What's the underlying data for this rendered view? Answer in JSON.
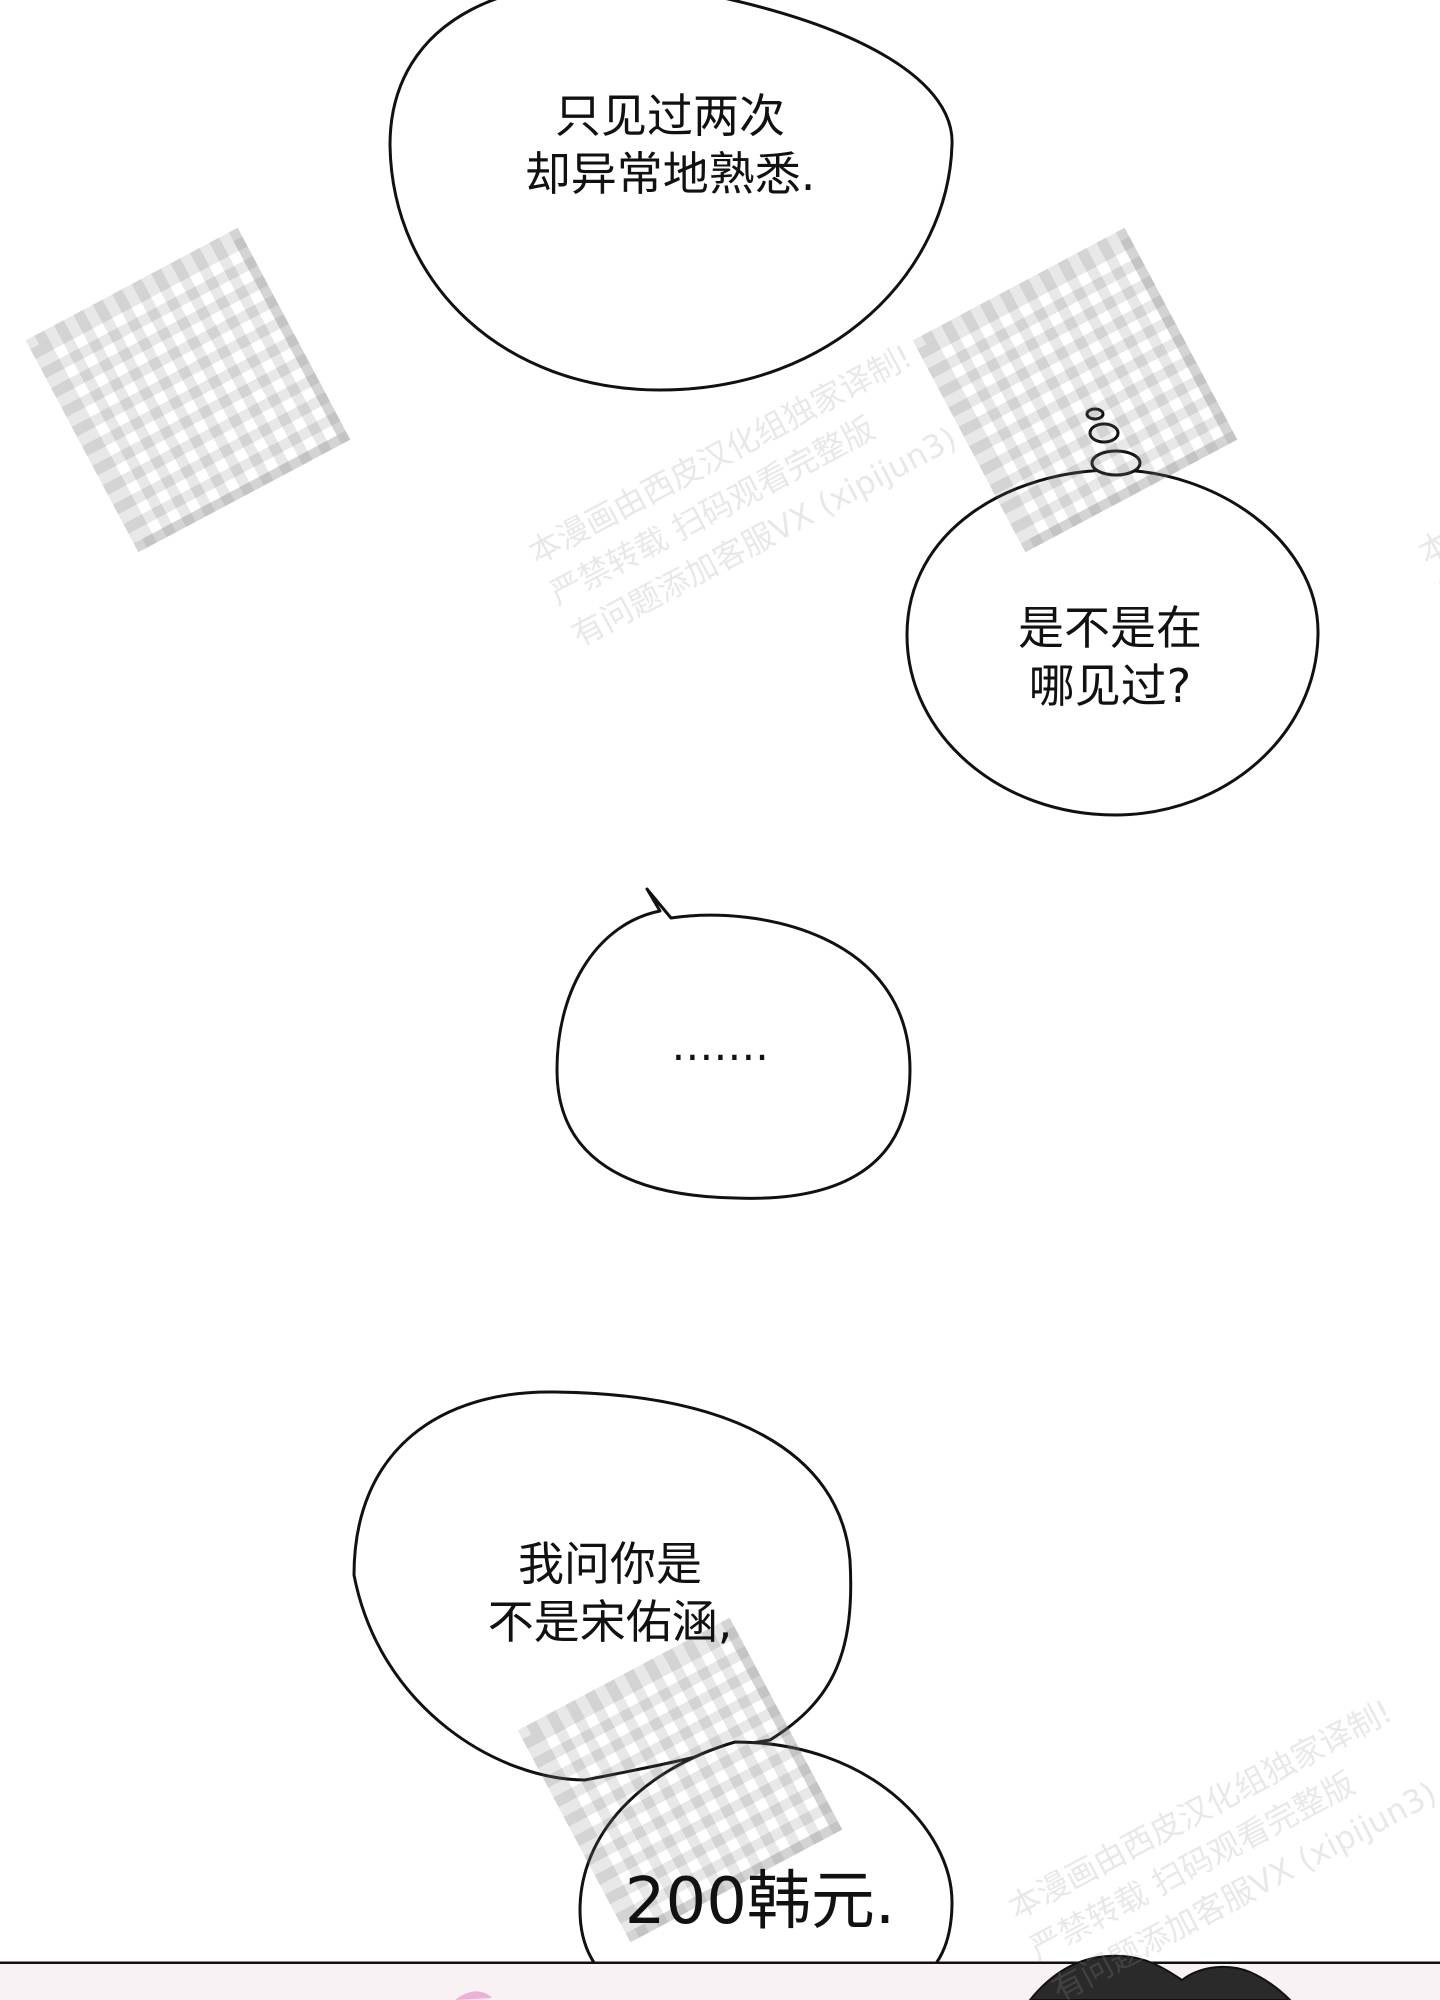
{
  "bubbles": [
    {
      "lines": [
        "只见过两次",
        "却异常地熟悉."
      ]
    },
    {
      "lines": [
        "是不是在",
        "哪见过?"
      ]
    },
    {
      "lines": [
        "……."
      ]
    },
    {
      "lines": [
        "我问你是",
        "不是宋佑涵,"
      ]
    },
    {
      "lines": [
        "200韩元."
      ]
    }
  ],
  "watermark": {
    "line1": "本漫画由西皮汉化组独家译制!",
    "line2": "严禁转载 扫码观看完整版",
    "line3": "有问题添加客服VX (xipijun3)"
  }
}
